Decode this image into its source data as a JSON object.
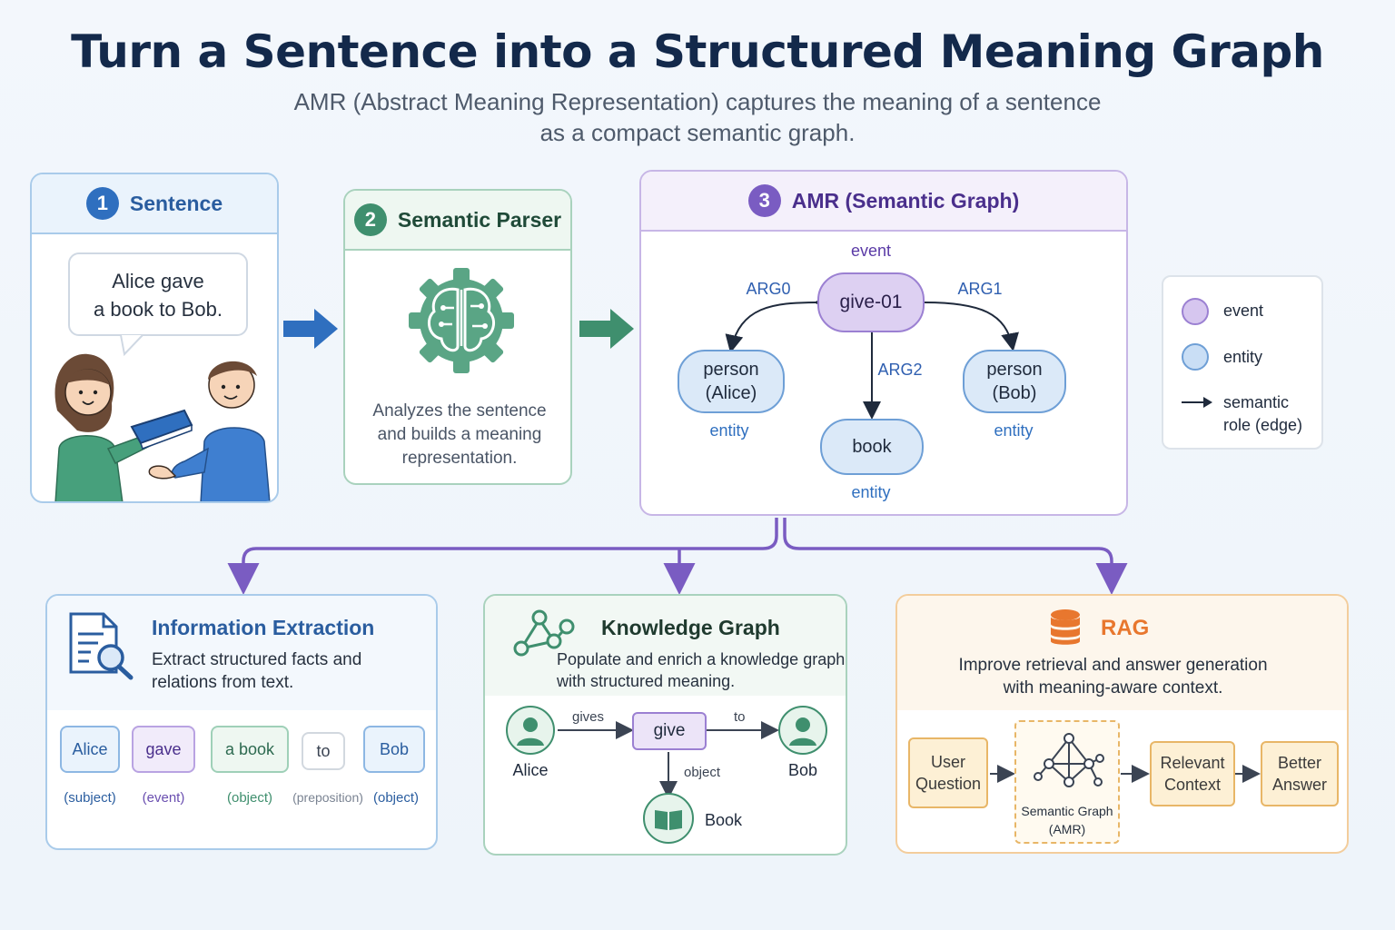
{
  "header": {
    "title": "Turn a Sentence into a Structured Meaning Graph",
    "subtitle_line1": "AMR (Abstract Meaning Representation) captures the meaning of a sentence",
    "subtitle_line2": "as a compact semantic graph."
  },
  "step1": {
    "number": "1",
    "title": "Sentence",
    "bubble_line1": "Alice gave",
    "bubble_line2": "a book to Bob."
  },
  "step2": {
    "number": "2",
    "title": "Semantic Parser",
    "desc_line1": "Analyzes the sentence",
    "desc_line2": "and builds a meaning",
    "desc_line3": "representation."
  },
  "step3": {
    "number": "3",
    "title": "AMR (Semantic Graph)",
    "event_label": "event",
    "nodes": {
      "give": "give-01",
      "alice_1": "person",
      "alice_2": "(Alice)",
      "bob_1": "person",
      "bob_2": "(Bob)",
      "book": "book"
    },
    "edges": {
      "arg0": "ARG0",
      "arg1": "ARG1",
      "arg2": "ARG2"
    },
    "entity_label": "entity"
  },
  "legend": {
    "event": "event",
    "entity": "entity",
    "edge_1": "semantic",
    "edge_2": "role (edge)"
  },
  "info_extraction": {
    "title": "Information Extraction",
    "desc_line1": "Extract structured facts and",
    "desc_line2": "relations from text.",
    "chips": [
      {
        "text": "Alice",
        "role": "(subject)"
      },
      {
        "text": "gave",
        "role": "(event)"
      },
      {
        "text": "a book",
        "role": "(object)"
      },
      {
        "text": "to",
        "role": "(preposition)"
      },
      {
        "text": "Bob",
        "role": "(object)"
      }
    ]
  },
  "knowledge_graph": {
    "title": "Knowledge Graph",
    "desc_line1": "Populate and enrich a knowledge graph",
    "desc_line2": "with structured meaning.",
    "alice": "Alice",
    "bob": "Bob",
    "give": "give",
    "book": "Book",
    "gives": "gives",
    "to": "to",
    "object": "object"
  },
  "rag": {
    "title": "RAG",
    "desc_line1": "Improve retrieval and answer generation",
    "desc_line2": "with meaning-aware context.",
    "user_1": "User",
    "user_2": "Question",
    "graph_1": "Semantic Graph",
    "graph_2": "(AMR)",
    "context_1": "Relevant",
    "context_2": "Context",
    "answer_1": "Better",
    "answer_2": "Answer"
  },
  "colors": {
    "blue": "#2f6fbf",
    "green": "#3f8f6e",
    "purple": "#6a4fb0",
    "orange": "#e8772e",
    "event_fill": "#ddd0f2",
    "entity_fill": "#dbe9f8"
  }
}
